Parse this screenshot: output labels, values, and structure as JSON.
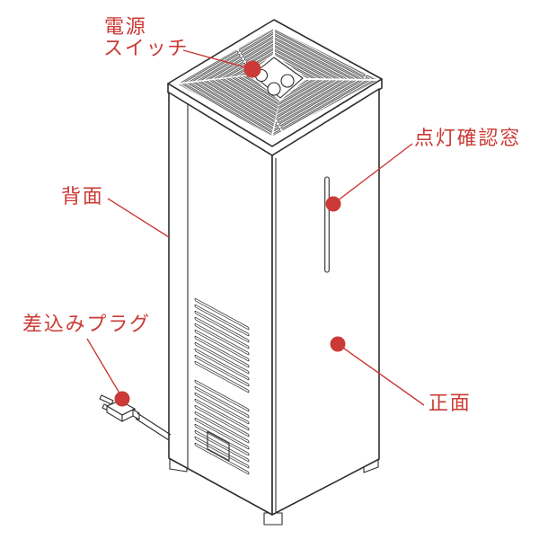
{
  "colors": {
    "accent": "#cb3a36",
    "line": "#2e2e2e",
    "vent": "#3f3f3f",
    "background": "#ffffff"
  },
  "labels": {
    "power_switch_line1": "電源",
    "power_switch_line2": "スイッチ",
    "indicator_window": "点灯確認窓",
    "back": "背面",
    "plug": "差込みプラグ",
    "front": "正面"
  }
}
